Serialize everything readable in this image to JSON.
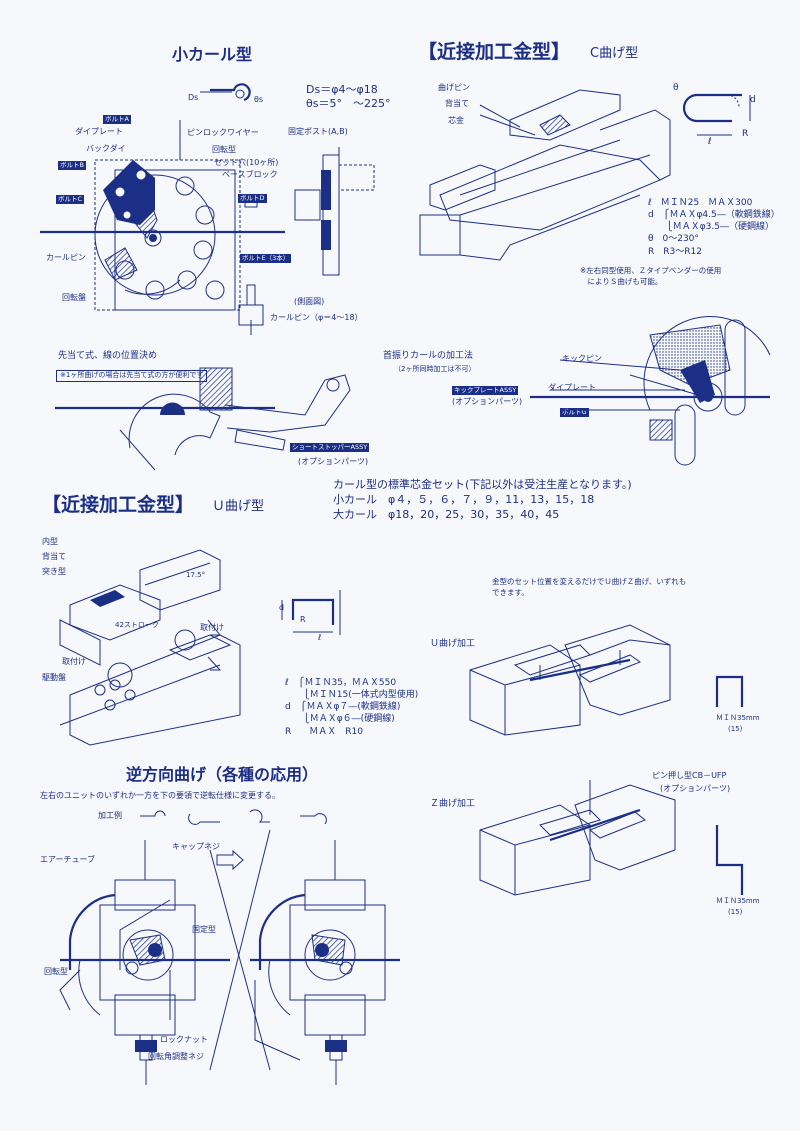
{
  "small_curl": {
    "title": "小カール型",
    "ds_label": "Ds",
    "theta_label": "θs",
    "spec_ds": "Ds＝φ4〜φ18",
    "spec_theta": "θs＝5°　〜225°",
    "labels": {
      "bolt_a": "ボルトA",
      "die_plate": "ダイプレート",
      "back_die": "バックダイ",
      "bolt_b": "ボルトB",
      "bolt_c": "ボルトC",
      "curl_pin": "カールピン",
      "turntable": "回転盤",
      "pin_lock_wire": "ピンロックワイヤー",
      "rotary_die": "回転型",
      "set_hole": "セット穴(10ヶ所)",
      "base_block": "ベースブロック",
      "bolt_d": "ボルトD",
      "bolt_e": "ボルトE（3本）",
      "fixed_post": "固定ポスト(A,B)",
      "side_view": "(側面図)",
      "curl_pin_range": "カールピン（φ＝4〜18）"
    }
  },
  "c_bend": {
    "title": "【近接加工金型】",
    "subtitle": "C曲げ型",
    "labels": {
      "bending_pin": "曲げピン",
      "backing": "背当て",
      "core": "芯金"
    },
    "dim_labels": {
      "theta": "θ",
      "d": "d",
      "l": "ℓ",
      "r": "R"
    },
    "spec": [
      "ℓ　ＭＩＮ25　ＭＡＸ300",
      "d　⎧ＭＡＸφ4.5―（軟鋼鉄線）",
      "　　⎩ＭＡＸφ3.5―（硬鋼線）",
      "θ　0〜230°",
      "R　R3〜R12"
    ],
    "note": "※左右同型使用、Ｚタイプベンダーの使用\n　によりＳ曲げも可能。"
  },
  "pre_position": {
    "title": "先当て式、線の位置決め",
    "note": "※1ヶ所曲げの場合は先当て式の方が便利です",
    "option_tag": "ショートストッパーASSY",
    "option_caption": "(オプションパーツ)"
  },
  "lead_curl": {
    "title": "首振りカールの加工法",
    "subtitle": "（2ヶ所同時加工は不可）",
    "kick_plate_tag": "キックプレートASSY",
    "kick_plate_caption": "(オプションパーツ)",
    "kick_pin": "キックピン",
    "die_plate": "ダイプレート",
    "bolt_g": "ボルトG"
  },
  "core_set": {
    "title": "カール型の標準芯金セット(下記以外は受注生産となります。)",
    "small": "小カール　φ４，５，６，７，９，11，13，15，18",
    "large": "大カール　φ18，20，25，30，35，40，45"
  },
  "u_bend": {
    "title": "【近接加工金型】",
    "subtitle": "Ｕ曲げ型",
    "labels": {
      "inner_die": "内型",
      "backing": "背当て",
      "punch": "突き型",
      "stroke": "42ストローク",
      "attach1": "取付け",
      "attach2": "取付け",
      "drive_plate": "駆動盤",
      "angle": "17.5°"
    },
    "dim_labels": {
      "d": "d",
      "l": "ℓ",
      "r": "R"
    },
    "spec": [
      "ℓ　⎧ＭＩＮ35，ＭＡＸ550",
      "　　⎩ＭＩＮ15(一体式内型使用)",
      "d　⎧ＭＡＸφ７―(軟鋼鉄線)",
      "　　⎩ＭＡＸφ６―(硬鋼線)",
      "R　　ＭＡＸ　R10"
    ]
  },
  "uz_process": {
    "intro": "金型のセット位置を変えるだけでＵ曲げＺ曲げ、いずれも\nできます。",
    "u_title": "Ｕ曲げ加工",
    "u_min": "ＭＩＮ35mm",
    "u_min_sub": "(15)",
    "z_title": "Ｚ曲げ加工",
    "pin_push": "ピン押し型CB－UFP",
    "pin_push_caption": "(オプションパーツ)",
    "z_min": "ＭＩＮ35mm",
    "z_min_sub": "(15)"
  },
  "reverse": {
    "title": "逆方向曲げ（各種の応用）",
    "intro": "左右のユニットのいずれか一方を下の要領で逆転仕様に変更する。",
    "example": "加工例",
    "labels": {
      "air_tube": "エアーチューブ",
      "cap_screw": "キャップネジ",
      "fixed_die": "固定型",
      "rotary_die": "回転型",
      "lock_nut": "ロックナット",
      "angle_screw": "回転角調整ネジ"
    }
  },
  "colors": {
    "ink": "#1c2f86",
    "paper": "#f7f8fb"
  }
}
